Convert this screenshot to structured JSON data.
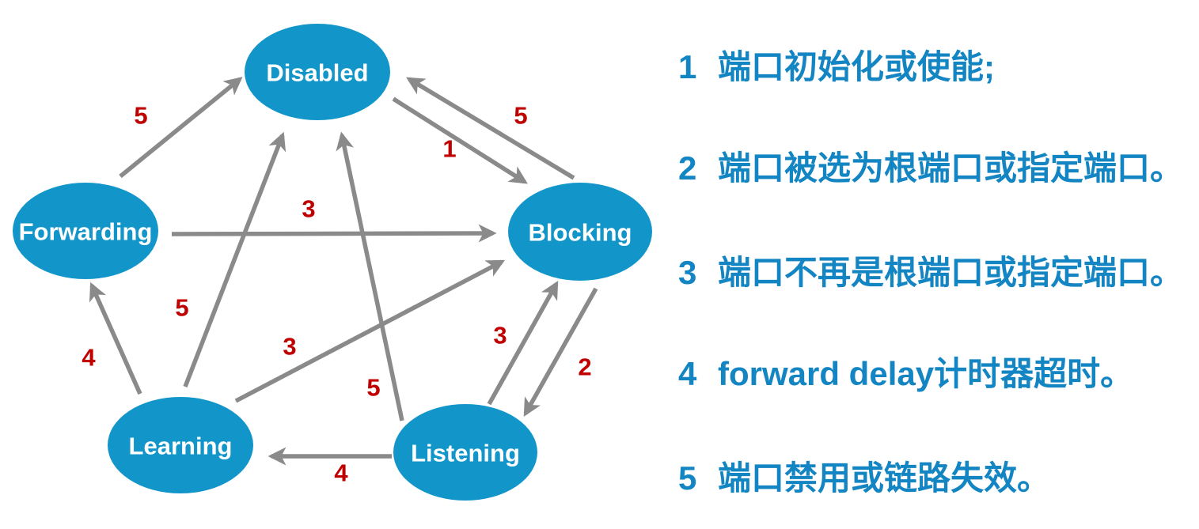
{
  "diagram": {
    "nodes": [
      {
        "id": "disabled",
        "label": "Disabled"
      },
      {
        "id": "forwarding",
        "label": "Forwarding"
      },
      {
        "id": "blocking",
        "label": "Blocking"
      },
      {
        "id": "learning",
        "label": "Learning"
      },
      {
        "id": "listening",
        "label": "Listening"
      }
    ],
    "edges": [
      {
        "from": "forwarding",
        "to": "disabled",
        "label": "5"
      },
      {
        "from": "disabled",
        "to": "blocking",
        "label": "1"
      },
      {
        "from": "blocking",
        "to": "disabled",
        "label": "5"
      },
      {
        "from": "forwarding",
        "to": "blocking",
        "label": "3"
      },
      {
        "from": "learning",
        "to": "forwarding",
        "label": "4"
      },
      {
        "from": "learning",
        "to": "disabled",
        "label": "5"
      },
      {
        "from": "listening",
        "to": "disabled",
        "label": "5"
      },
      {
        "from": "learning",
        "to": "blocking",
        "label": "3"
      },
      {
        "from": "listening",
        "to": "blocking",
        "label": "3"
      },
      {
        "from": "blocking",
        "to": "listening",
        "label": "2"
      },
      {
        "from": "listening",
        "to": "learning",
        "label": "4"
      }
    ],
    "colors": {
      "node_fill": "#1296CA",
      "node_text": "#FFFFFF",
      "arrow": "#8A8A8A",
      "edge_label": "#C00000",
      "legend_text": "#1485C3"
    }
  },
  "legend": {
    "items": [
      {
        "number": "1",
        "text": "端口初始化或使能;"
      },
      {
        "number": "2",
        "text": "端口被选为根端口或指定端口。"
      },
      {
        "number": "3",
        "text": "端口不再是根端口或指定端口。"
      },
      {
        "number": "4",
        "text": "forward delay计时器超时。"
      },
      {
        "number": "5",
        "text": "端口禁用或链路失效。"
      }
    ]
  }
}
